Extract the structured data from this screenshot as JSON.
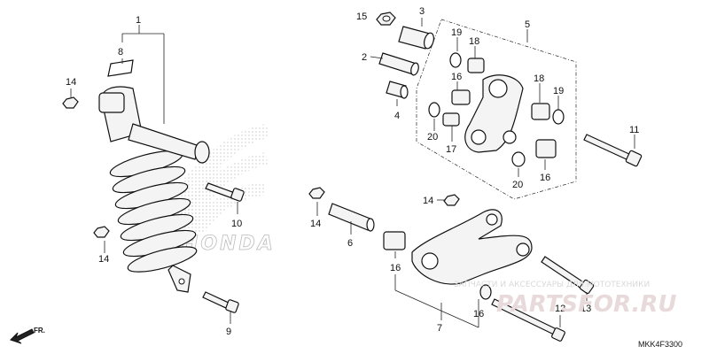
{
  "callouts": {
    "c1": "1",
    "c2": "2",
    "c3": "3",
    "c4": "4",
    "c5": "5",
    "c6": "6",
    "c7": "7",
    "c8": "8",
    "c9": "9",
    "c10": "10",
    "c11": "11",
    "c12": "12",
    "c13": "13",
    "c14a": "14",
    "c14b": "14",
    "c14c": "14",
    "c14d": "14",
    "c15": "15",
    "c16a": "16",
    "c16b": "16",
    "c16c": "16",
    "c16d": "16",
    "c17": "17",
    "c18a": "18",
    "c18b": "18",
    "c19a": "19",
    "c19b": "19",
    "c20a": "20",
    "c20b": "20"
  },
  "watermark": {
    "line1": "ЗАПЧАСТИ И АКСЕССУАРЫ ДЛЯ МОТОТЕХНИКИ",
    "line2": "PARTSFOR.RU",
    "brand": "HONDA"
  },
  "diagram_code": "MKK4F3300",
  "front_label": "FR."
}
